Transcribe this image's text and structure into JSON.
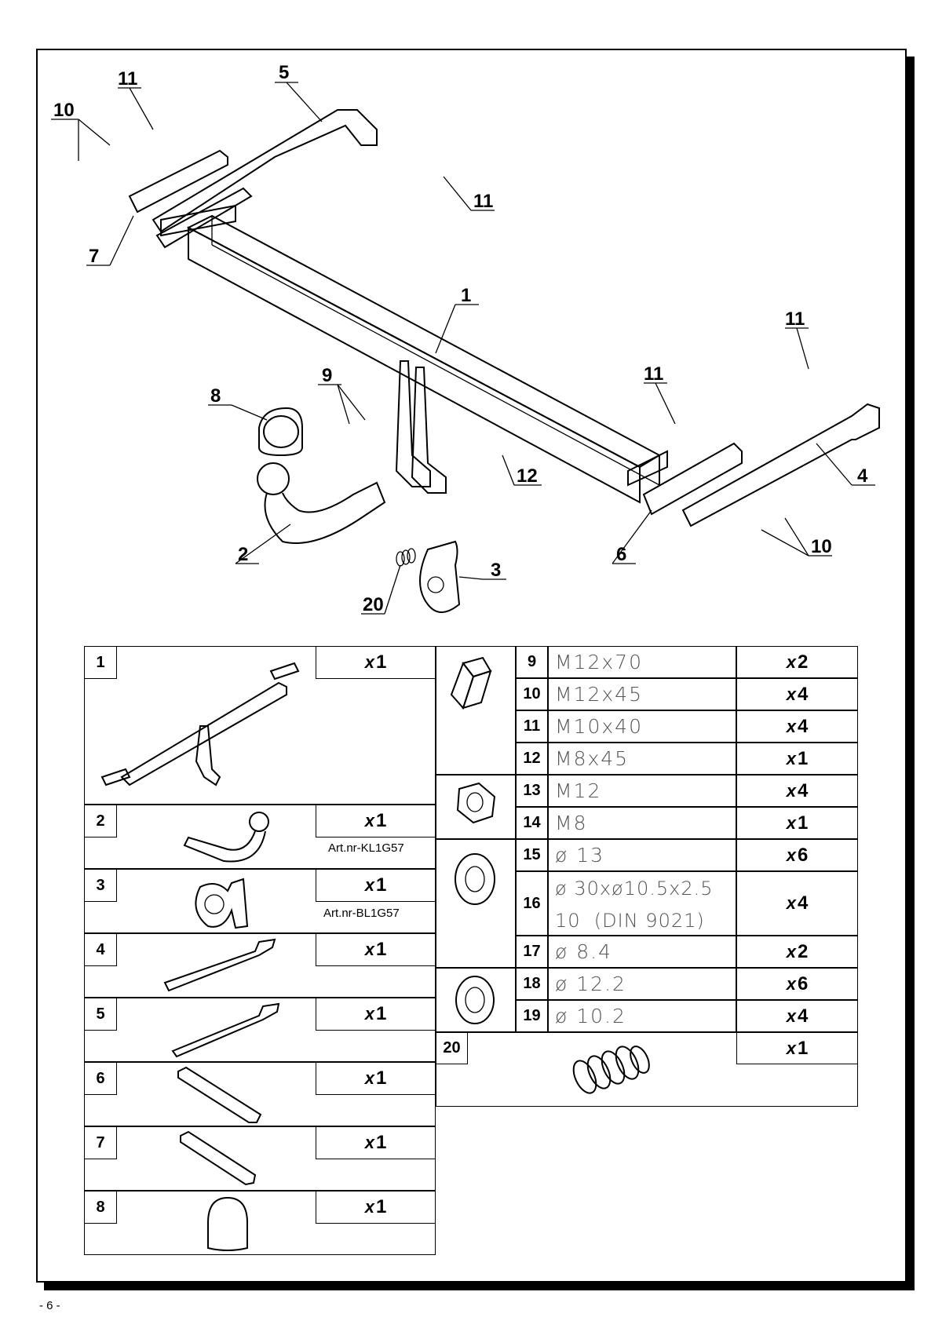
{
  "callouts": [
    "11",
    "5",
    "10",
    "11",
    "7",
    "1",
    "11",
    "11",
    "9",
    "8",
    "12",
    "4",
    "2",
    "3",
    "6",
    "10",
    "20"
  ],
  "left_parts": [
    {
      "num": "1",
      "qty": "1",
      "art": ""
    },
    {
      "num": "2",
      "qty": "1",
      "art": "Art.nr-KL1G57"
    },
    {
      "num": "3",
      "qty": "1",
      "art": "Art.nr-BL1G57"
    },
    {
      "num": "4",
      "qty": "1",
      "art": ""
    },
    {
      "num": "5",
      "qty": "1",
      "art": ""
    },
    {
      "num": "6",
      "qty": "1",
      "art": ""
    },
    {
      "num": "7",
      "qty": "1",
      "art": ""
    },
    {
      "num": "8",
      "qty": "1",
      "art": ""
    }
  ],
  "right_parts": [
    {
      "num": "9",
      "spec": "M12x70",
      "qty": "2"
    },
    {
      "num": "10",
      "spec": "M12x45",
      "qty": "4"
    },
    {
      "num": "11",
      "spec": "M10x40",
      "qty": "4"
    },
    {
      "num": "12",
      "spec": "M8x45",
      "qty": "1"
    },
    {
      "num": "13",
      "spec": "M12",
      "qty": "4"
    },
    {
      "num": "14",
      "spec": "M8",
      "qty": "1"
    },
    {
      "num": "15",
      "spec": "ø 13",
      "qty": "6"
    },
    {
      "num": "16",
      "spec": "ø 30xø10.5x2.5",
      "spec2": "10  (DIN 9021)",
      "qty": "4"
    },
    {
      "num": "17",
      "spec": "ø 8.4",
      "qty": "2"
    },
    {
      "num": "18",
      "spec": "ø 12.2",
      "qty": "6"
    },
    {
      "num": "19",
      "spec": "ø 10.2",
      "qty": "4"
    },
    {
      "num": "20",
      "spec": "",
      "qty": "1"
    }
  ],
  "qty_prefix": "x",
  "page_number": "- 6 -"
}
